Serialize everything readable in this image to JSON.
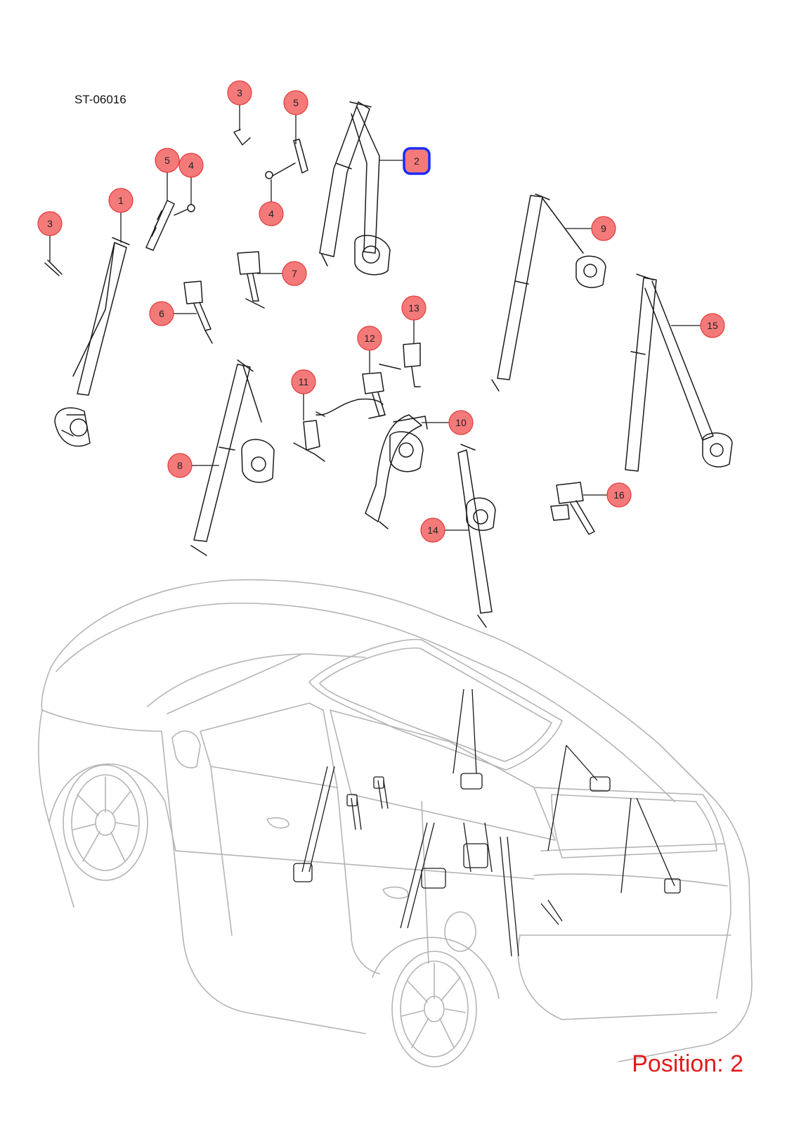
{
  "reference_code": "ST-06016",
  "position_label": "Position: 2",
  "selected_callout": "2",
  "colors": {
    "callout_fill": "#f47a7a",
    "callout_stroke": "#e23b3b",
    "selected_stroke": "#1a2bff",
    "position_text": "#e31b1b",
    "parts_line": "#1a1a1a",
    "vehicle_line": "#b4b4b4"
  },
  "callouts": [
    {
      "id": "callout-1",
      "label": "1"
    },
    {
      "id": "callout-2",
      "label": "2"
    },
    {
      "id": "callout-3a",
      "label": "3"
    },
    {
      "id": "callout-3b",
      "label": "3"
    },
    {
      "id": "callout-4a",
      "label": "4"
    },
    {
      "id": "callout-4b",
      "label": "4"
    },
    {
      "id": "callout-5a",
      "label": "5"
    },
    {
      "id": "callout-5b",
      "label": "5"
    },
    {
      "id": "callout-6",
      "label": "6"
    },
    {
      "id": "callout-7",
      "label": "7"
    },
    {
      "id": "callout-8",
      "label": "8"
    },
    {
      "id": "callout-9",
      "label": "9"
    },
    {
      "id": "callout-10",
      "label": "10"
    },
    {
      "id": "callout-11",
      "label": "11"
    },
    {
      "id": "callout-12",
      "label": "12"
    },
    {
      "id": "callout-13",
      "label": "13"
    },
    {
      "id": "callout-14",
      "label": "14"
    },
    {
      "id": "callout-15",
      "label": "15"
    },
    {
      "id": "callout-16",
      "label": "16"
    }
  ]
}
